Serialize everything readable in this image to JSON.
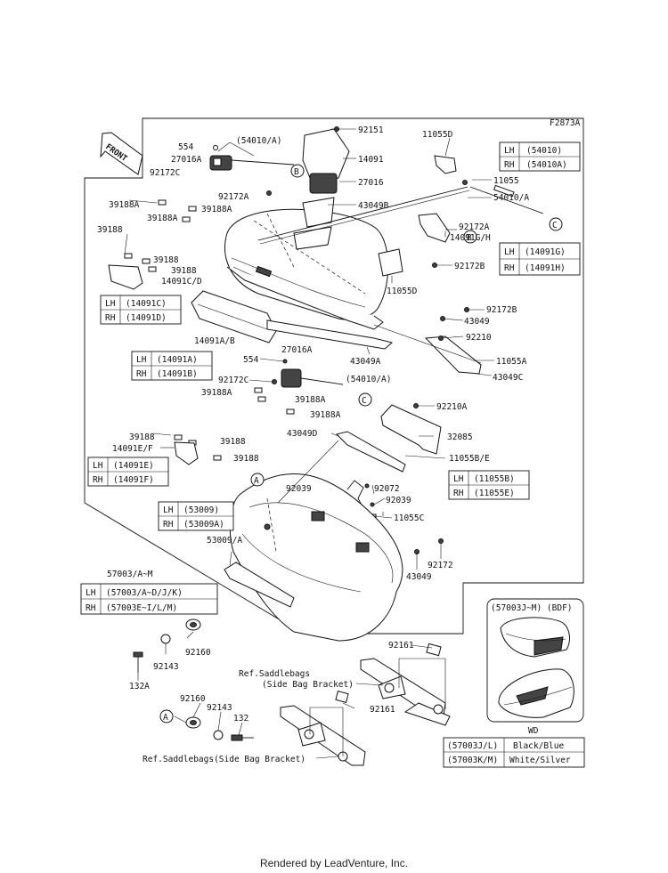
{
  "figure_code": "F2873A",
  "front_label": "FRONT",
  "callouts": {
    "a": "A",
    "b": "B",
    "c": "C"
  },
  "parts": {
    "p554a": "554",
    "p27016a_top": "27016A",
    "p92172c_top": "92172C",
    "p54010a_top": "(54010/A)",
    "p92151": "92151",
    "p14091": "14091",
    "p27016": "27016",
    "p43049b": "43049B",
    "p92172a_left": "92172A",
    "p39188a_1": "39188A",
    "p39188a_2": "39188A",
    "p39188a_3": "39188A",
    "p39188_1": "39188",
    "p39188_2": "39188",
    "p39188_3": "39188",
    "p14091cd": "14091C/D",
    "p11055d_top": "11055D",
    "p11055": "11055",
    "p54010a_right": "54010/A",
    "p92172a_right": "92172A",
    "p14091gh": "14091G/H",
    "p92172b_mid": "92172B",
    "p11055d_mid": "11055D",
    "p92172b_right": "92172B",
    "p43049_right": "43049",
    "p92210": "92210",
    "p11055a": "11055A",
    "p43049c": "43049C",
    "p14091ab": "14091A/B",
    "p43049a": "43049A",
    "p554b": "554",
    "p27016a_mid": "27016A",
    "p92172c_mid": "92172C",
    "p54010a_mid": "(54010/A)",
    "p39188a_4": "39188A",
    "p39188a_5": "39188A",
    "p39188a_6": "39188A",
    "p92210a": "92210A",
    "p43049d": "43049D",
    "p32085": "32085",
    "p39188_4": "39188",
    "p39188_5": "39188",
    "p39188_6": "39188",
    "p14091ef": "14091E/F",
    "p11055be": "11055B/E",
    "p92039_left": "92039",
    "p92072": "92072",
    "p92039_right": "92039",
    "p11055c": "11055C",
    "p53009a": "53009/A",
    "p92172": "92172",
    "p43049_bottom": "43049",
    "p57003am": "57003/A~M",
    "p92160_top": "92160",
    "p92143_top": "92143",
    "p132a": "132A",
    "p92161_top": "92161",
    "p92160_bottom": "92160",
    "p92143_bottom": "92143",
    "p132": "132",
    "p92161_bottom": "92161",
    "ref_top_line1": "Ref.Saddlebags",
    "ref_top_line2": "(Side Bag Bracket)",
    "ref_bottom": "Ref.Saddlebags(Side Bag Bracket)"
  },
  "side_tables": [
    {
      "rows": [
        [
          "LH",
          "(54010)"
        ],
        [
          "RH",
          "(54010A)"
        ]
      ]
    },
    {
      "rows": [
        [
          "LH",
          "(14091G)"
        ],
        [
          "RH",
          "(14091H)"
        ]
      ]
    },
    {
      "rows": [
        [
          "LH",
          "(14091C)"
        ],
        [
          "RH",
          "(14091D)"
        ]
      ]
    },
    {
      "rows": [
        [
          "LH",
          "(14091A)"
        ],
        [
          "RH",
          "(14091B)"
        ]
      ]
    },
    {
      "rows": [
        [
          "LH",
          "(14091E)"
        ],
        [
          "RH",
          "(14091F)"
        ]
      ]
    },
    {
      "rows": [
        [
          "LH",
          "(11055B)"
        ],
        [
          "RH",
          "(11055E)"
        ]
      ]
    },
    {
      "rows": [
        [
          "LH",
          "(53009)"
        ],
        [
          "RH",
          "(53009A)"
        ]
      ]
    },
    {
      "rows": [
        [
          "LH",
          "(57003/A~D/J/K)"
        ],
        [
          "RH",
          "(57003E~I/L/M)"
        ]
      ]
    }
  ],
  "variant_box": {
    "title": "(57003J~M)  (BDF)",
    "caption": "WD"
  },
  "color_table": {
    "rows": [
      [
        "(57003J/L)",
        "Black/Blue"
      ],
      [
        "(57003K/M)",
        "White/Silver"
      ]
    ]
  },
  "footer": "Rendered by LeadVenture, Inc."
}
